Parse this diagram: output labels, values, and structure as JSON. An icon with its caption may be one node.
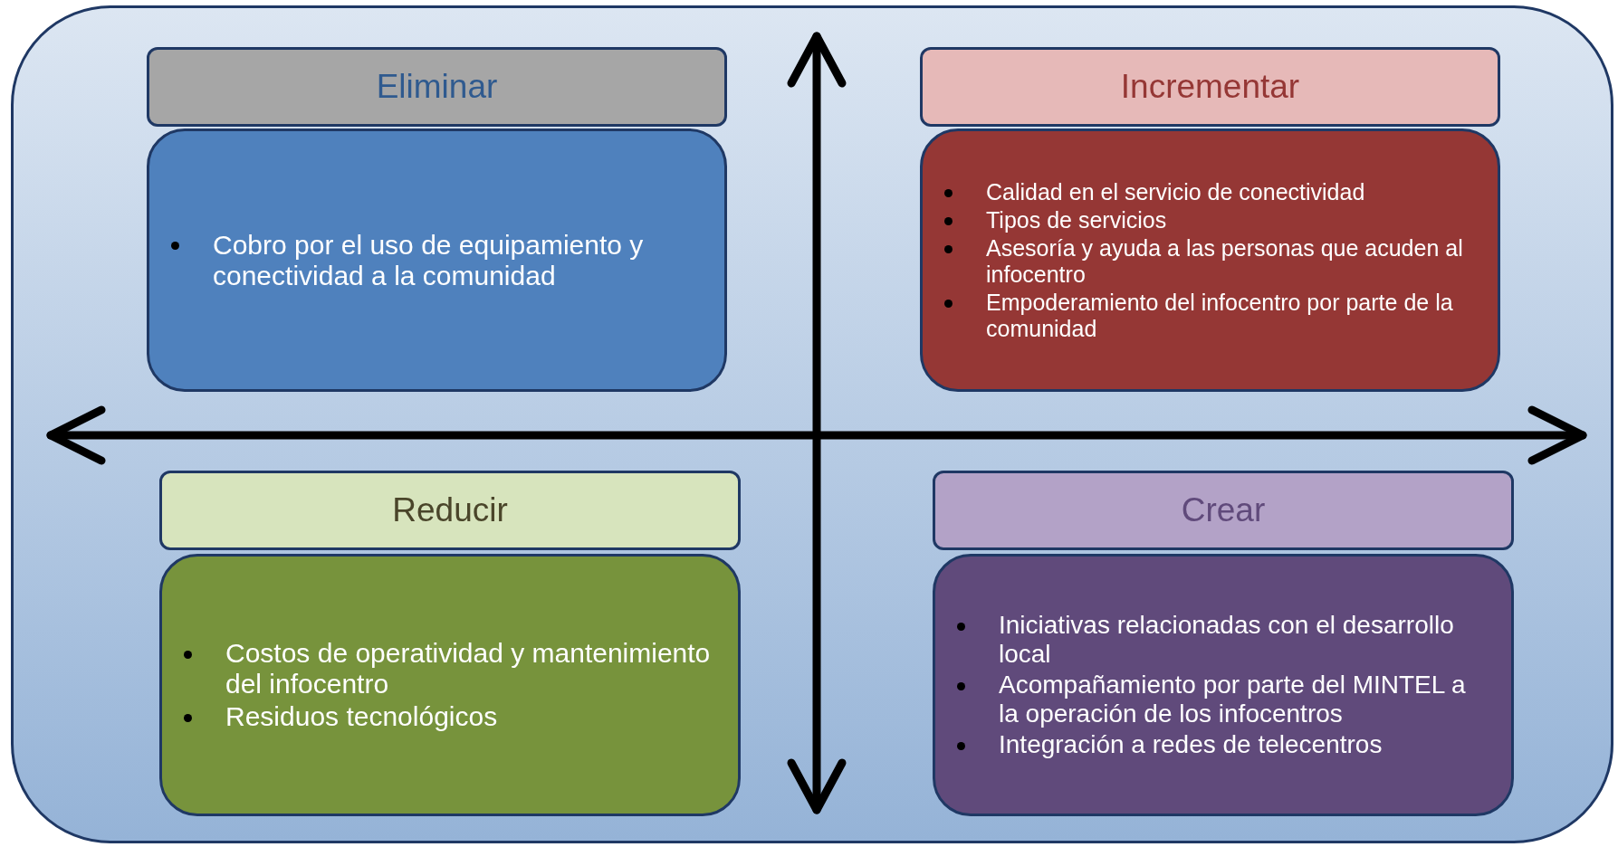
{
  "diagram": {
    "nodes": [
      {
        "text": [
          "Eliminar"
        ]
      },
      {
        "text": [
          "Cobro por el uso de equipamiento y conectividad a la comunidad"
        ]
      },
      {
        "text": [
          "Incrementar"
        ]
      },
      {
        "text": [
          "Calidad en el servicio de conectividad",
          "Tipos de servicios",
          "Asesoría y ayuda a las personas que acuden al infocentro",
          "Empoderamiento del infocentro por parte de la comunidad"
        ]
      },
      {
        "text": [
          "Reducir"
        ]
      },
      {
        "text": [
          "Costos de operatividad y mantenimiento del infocentro",
          "Residuos tecnológicos"
        ]
      },
      {
        "text": [
          "Crear"
        ]
      },
      {
        "text": [
          "Iniciativas relacionadas con el desarrollo local",
          "Acompañamiento por parte del MINTEL a la operación de los infocentros",
          "Integración a redes de telecentros"
        ]
      }
    ],
    "edges": []
  }
}
